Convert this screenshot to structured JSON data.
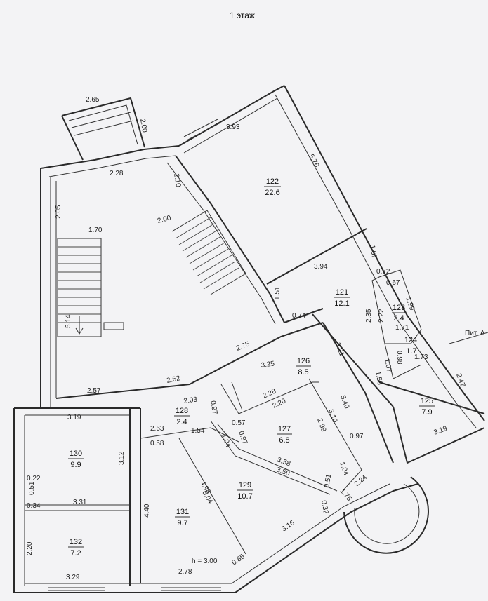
{
  "title": "1 этаж",
  "section_mark": "Пит. А",
  "height_note": "h = 3.00",
  "rooms": [
    {
      "id": "122",
      "area": "22.6"
    },
    {
      "id": "121",
      "area": "12.1"
    },
    {
      "id": "123",
      "area": "2.4"
    },
    {
      "id": "124",
      "area": "1.7"
    },
    {
      "id": "125",
      "area": "7.9"
    },
    {
      "id": "126",
      "area": "8.5"
    },
    {
      "id": "127",
      "area": "6.8"
    },
    {
      "id": "128",
      "area": "2.4"
    },
    {
      "id": "129",
      "area": "10.7"
    },
    {
      "id": "130",
      "area": "9.9"
    },
    {
      "id": "131",
      "area": "9.7"
    },
    {
      "id": "132",
      "area": "7.2"
    }
  ],
  "dimensions": [
    "2.65",
    "2.00",
    "3.93",
    "5.76",
    "2.28",
    "2.10",
    "2.05",
    "2.00",
    "1.70",
    "5.14",
    "1.67",
    "0.72",
    "0.67",
    "3.94",
    "1.99",
    "2.35",
    "2.22",
    "1.71",
    "1.51",
    "0.74",
    "3.21",
    "0.98",
    "1.73",
    "1.07",
    "1.56",
    "2.47",
    "3.25",
    "2.75",
    "2.62",
    "2.57",
    "2.03",
    "0.97",
    "2.28",
    "2.20",
    "5.40",
    "3.10",
    "2.99",
    "0.97",
    "3.19",
    "3.19",
    "2.63",
    "1.54",
    "0.57",
    "0.58",
    "1.04",
    "0.97",
    "3.12",
    "0.22",
    "0.51",
    "0.34",
    "3.31",
    "3.58",
    "3.50",
    "1.04",
    "4.98",
    "5.04",
    "0.51",
    "0.32",
    "1.75",
    "2.24",
    "4.40",
    "2.20",
    "3.16",
    "3.29",
    "2.78",
    "0.85"
  ]
}
